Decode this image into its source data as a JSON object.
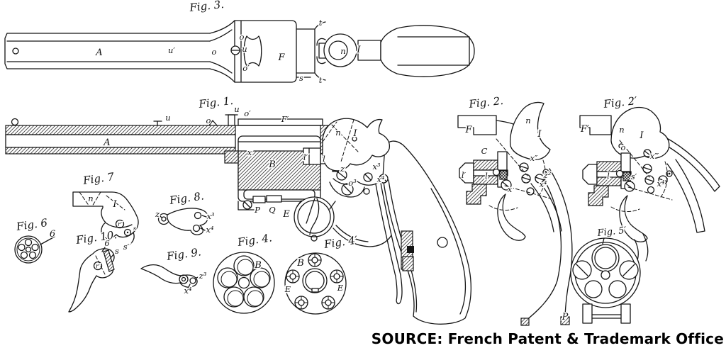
{
  "colors": {
    "ink": "#000000",
    "paper": "#ffffff"
  },
  "source_credit": "SOURCE: French Patent & Trademark Office",
  "figures": {
    "fig3": {
      "label": "Fig. 3.",
      "parts": [
        "A",
        "u′",
        "o",
        "o",
        "u",
        "o′",
        "F",
        "t",
        "s",
        "t",
        "n",
        "I"
      ]
    },
    "fig1": {
      "label": "Fig. 1.",
      "parts": [
        "o",
        "u",
        "u",
        "o′",
        "F′",
        "A",
        "n",
        "I",
        "x",
        "l′",
        "l",
        "B",
        "z",
        "x³",
        "x⁴",
        "o³",
        "E",
        "P",
        "Q"
      ]
    },
    "fig7": {
      "label": "Fig. 7",
      "parts": [
        "n",
        "I",
        "r′",
        "s",
        "s′"
      ]
    },
    "fig6": {
      "label": "Fig. 6",
      "parts": [
        "6"
      ]
    },
    "fig10": {
      "label": "Fig. 10.",
      "parts": [
        "6",
        "s",
        "r′"
      ]
    },
    "fig8": {
      "label": "Fig. 8.",
      "parts": [
        "z",
        "x³",
        "x⁴"
      ]
    },
    "fig9": {
      "label": "Fig. 9.",
      "parts": [
        "z³",
        "x⁴"
      ]
    },
    "fig4": {
      "label": "Fig. 4.",
      "parts": [
        "B"
      ]
    },
    "fig4p": {
      "label": "Fig. 4′",
      "parts": [
        "B",
        "E",
        "E"
      ]
    },
    "fig2": {
      "label": "Fig. 2.",
      "parts": [
        "F",
        "n",
        "I",
        "C",
        "l′",
        "l",
        "x″",
        "z²",
        "x⁴",
        "x"
      ]
    },
    "fig2p": {
      "label": "Fig. 2′",
      "parts": [
        "F′",
        "n",
        "I",
        "o",
        "l",
        "x‴",
        "s′",
        "x⁴"
      ]
    },
    "fig5p": {
      "label": "Fig. 5′",
      "parts": [
        "P"
      ]
    }
  }
}
